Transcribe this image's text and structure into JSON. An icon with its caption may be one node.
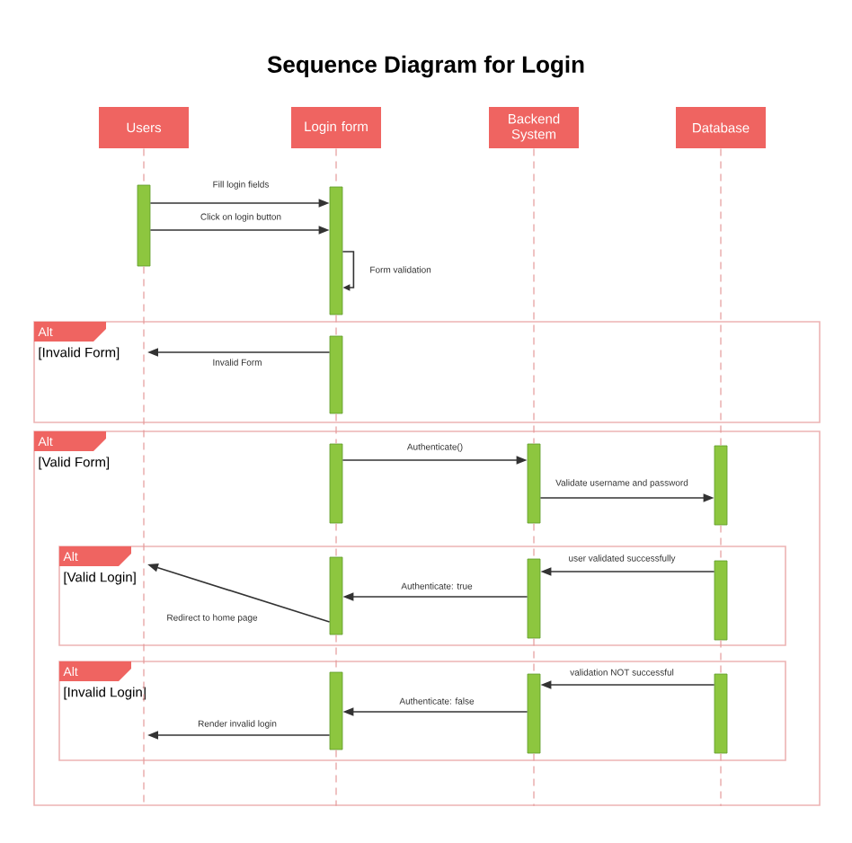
{
  "diagram": {
    "title": "Sequence Diagram for Login",
    "nodes": [
      {
        "text": [
          "Users"
        ]
      },
      {
        "text": [
          "Login form"
        ]
      },
      {
        "text": [
          "Backend System"
        ]
      },
      {
        "text": [
          "Database"
        ]
      },
      {
        "text": [],
        "shape": "bar"
      },
      {
        "text": [],
        "shape": "bar"
      },
      {
        "text": [
          "Alt",
          "[Invalid Form]"
        ]
      },
      {
        "text": [],
        "shape": "bar",
        "in": 6
      },
      {
        "text": [
          "Alt",
          "[Valid Form]"
        ]
      },
      {
        "text": [],
        "shape": "bar",
        "in": 8
      },
      {
        "text": [],
        "shape": "bar",
        "in": 8
      },
      {
        "text": [],
        "shape": "bar",
        "in": 8
      },
      {
        "text": [
          "Alt",
          "[Valid Login]"
        ],
        "in": 8
      },
      {
        "text": [],
        "shape": "bar",
        "in": 12
      },
      {
        "text": [],
        "shape": "bar",
        "in": 12
      },
      {
        "text": [],
        "shape": "bar",
        "in": 12
      },
      {
        "text": [
          "Alt",
          "[Invalid Login]"
        ],
        "in": 8
      },
      {
        "text": [],
        "shape": "bar",
        "in": 16
      },
      {
        "text": [],
        "shape": "bar",
        "in": 16
      },
      {
        "text": [],
        "shape": "bar",
        "in": 16
      }
    ],
    "edges": [
      {
        "from": 4,
        "to": 5,
        "arrow": "to",
        "label": "Fill login fields",
        "color": "#333333"
      },
      {
        "from": 4,
        "to": 5,
        "arrow": "to",
        "label": "Click on login button",
        "color": "#333333"
      },
      {
        "from": 5,
        "to": 5,
        "arrow": "to",
        "label": "Form validation",
        "color": "#333333"
      },
      {
        "from": 7,
        "to": null,
        "arrow": "to",
        "label": "Invalid Form",
        "color": "#333333"
      },
      {
        "from": 9,
        "to": 10,
        "arrow": "to",
        "label": "Authenticate()",
        "color": "#333333"
      },
      {
        "from": 10,
        "to": 11,
        "arrow": "to",
        "label": "Validate username and password",
        "color": "#333333"
      },
      {
        "from": 15,
        "to": 14,
        "arrow": "to",
        "label": "user validated successfully",
        "color": "#333333"
      },
      {
        "from": 14,
        "to": 13,
        "arrow": "to",
        "label": "Authenticate: true",
        "color": "#333333"
      },
      {
        "from": 13,
        "to": null,
        "arrow": "to",
        "label": "Redirect to home page",
        "color": "#333333"
      },
      {
        "from": 19,
        "to": 18,
        "arrow": "to",
        "label": "validation NOT successful",
        "color": "#333333"
      },
      {
        "from": 18,
        "to": 17,
        "arrow": "to",
        "label": "Authenticate: false",
        "color": "#333333"
      },
      {
        "from": 17,
        "to": null,
        "arrow": "to",
        "label": "Render invalid login",
        "color": "#333333"
      },
      {
        "from": 0,
        "to": 4,
        "arrow": "none",
        "style": "dashed"
      },
      {
        "from": 4,
        "to": 8,
        "arrow": "none",
        "style": "dashed"
      },
      {
        "from": 1,
        "to": 5,
        "arrow": "none",
        "style": "dashed"
      },
      {
        "from": 5,
        "to": 7,
        "arrow": "none",
        "style": "dashed"
      },
      {
        "from": 7,
        "to": 9,
        "arrow": "none",
        "style": "dashed"
      },
      {
        "from": 9,
        "to": 13,
        "arrow": "none",
        "style": "dashed"
      },
      {
        "from": 13,
        "to": 17,
        "arrow": "none",
        "style": "dashed"
      },
      {
        "from": 17,
        "to": 8,
        "arrow": "none",
        "style": "dashed"
      },
      {
        "from": 2,
        "to": 10,
        "arrow": "none",
        "style": "dashed"
      },
      {
        "from": 10,
        "to": 14,
        "arrow": "none",
        "style": "dashed"
      },
      {
        "from": 14,
        "to": 18,
        "arrow": "none",
        "style": "dashed"
      },
      {
        "from": 18,
        "to": 8,
        "arrow": "none",
        "style": "dashed"
      },
      {
        "from": 3,
        "to": 11,
        "arrow": "none",
        "style": "dashed"
      },
      {
        "from": 11,
        "to": 15,
        "arrow": "none",
        "style": "dashed"
      },
      {
        "from": 15,
        "to": 19,
        "arrow": "none",
        "style": "dashed"
      },
      {
        "from": 19,
        "to": 8,
        "arrow": "none",
        "style": "dashed"
      }
    ]
  }
}
